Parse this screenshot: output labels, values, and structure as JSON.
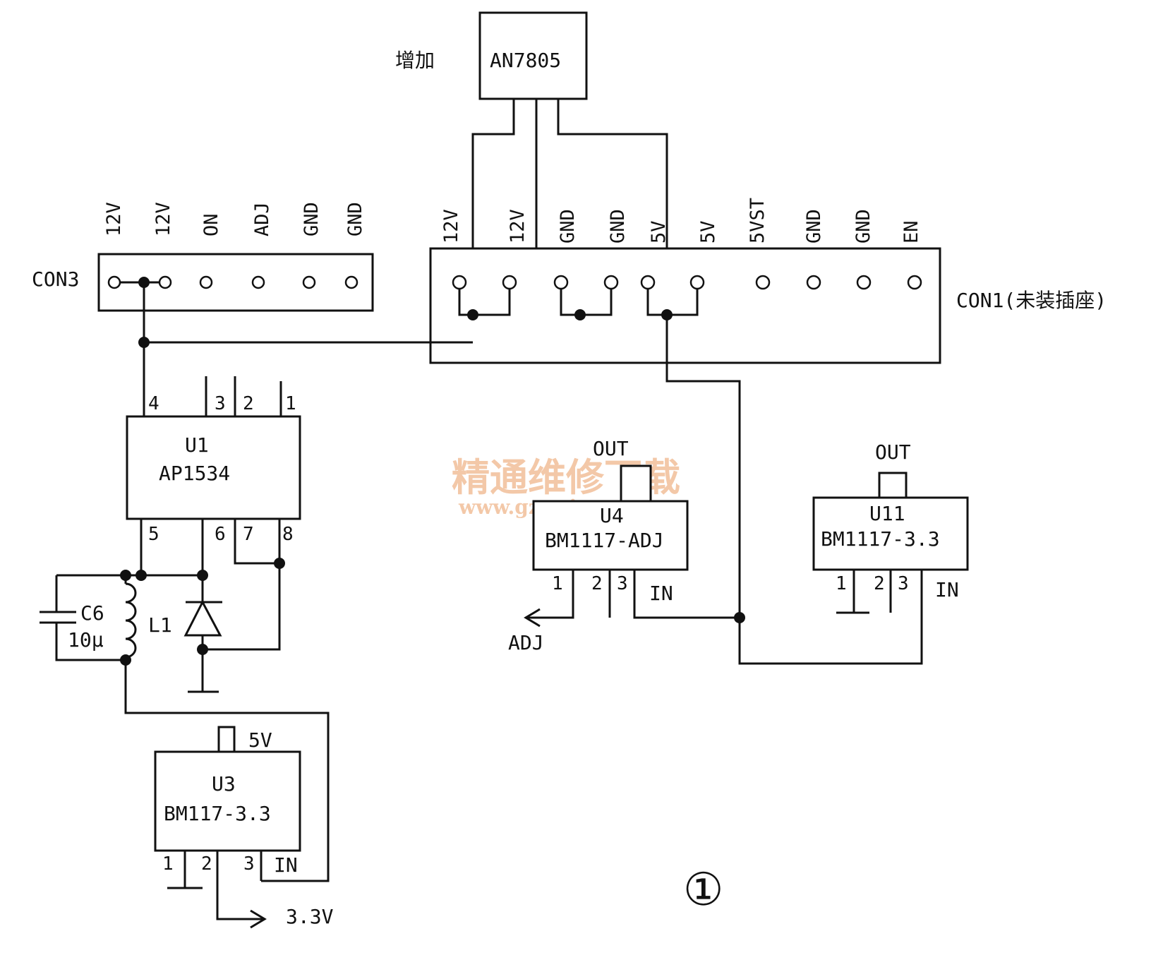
{
  "an7805": {
    "note": "增加",
    "name": "AN7805"
  },
  "con3": {
    "label": "CON3",
    "pins": [
      "12V",
      "12V",
      "ON",
      "ADJ",
      "GND",
      "GND"
    ]
  },
  "con1": {
    "label": "CON1(未装插座)",
    "pins": [
      "12V",
      "12V",
      "GND",
      "GND",
      "5V",
      "5V",
      "5VST",
      "GND",
      "GND",
      "EN"
    ]
  },
  "u1": {
    "ref": "U1",
    "part": "AP1534",
    "pin_labels": [
      "4",
      "3",
      "2",
      "1",
      "5",
      "6",
      "7",
      "8"
    ]
  },
  "c6": {
    "ref": "C6",
    "value": "10μ"
  },
  "l1": {
    "ref": "L1"
  },
  "u4": {
    "ref": "U4",
    "part": "BM1117-ADJ",
    "out": "OUT",
    "in": "IN",
    "adj": "ADJ",
    "pin_labels": [
      "1",
      "2",
      "3"
    ]
  },
  "u11": {
    "ref": "U11",
    "part": "BM1117-3.3",
    "out": "OUT",
    "in": "IN",
    "pin_labels": [
      "1",
      "2",
      "3"
    ]
  },
  "u3": {
    "ref": "U3",
    "part": "BM117-3.3",
    "top": "5V",
    "in": "IN",
    "out_label": "3.3V",
    "pin_labels": [
      "1",
      "2",
      "3"
    ]
  },
  "figure_mark": "①",
  "watermark": {
    "title": "精通维修下载",
    "url": "www.gzweix.com"
  }
}
